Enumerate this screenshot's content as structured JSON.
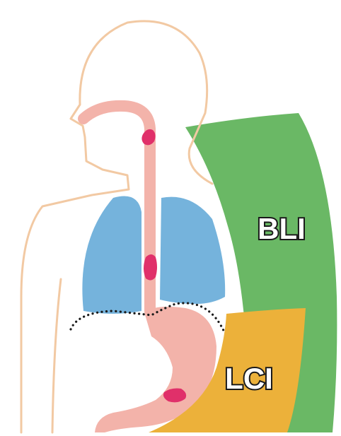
{
  "labels": {
    "bli": "BLI",
    "lci": "LCI"
  },
  "colors": {
    "bli_band": "#6ab865",
    "lci_band": "#ecb13a",
    "body_outline": "#f2c9a3",
    "digestive_tract": "#f3b3aa",
    "lungs": "#75b3dc",
    "lesion": "#e0306a",
    "diaphragm_dots": "#1a1a1a"
  },
  "icons": {
    "figure": "human-torso-side-view",
    "lesions": "lesion-blob"
  }
}
